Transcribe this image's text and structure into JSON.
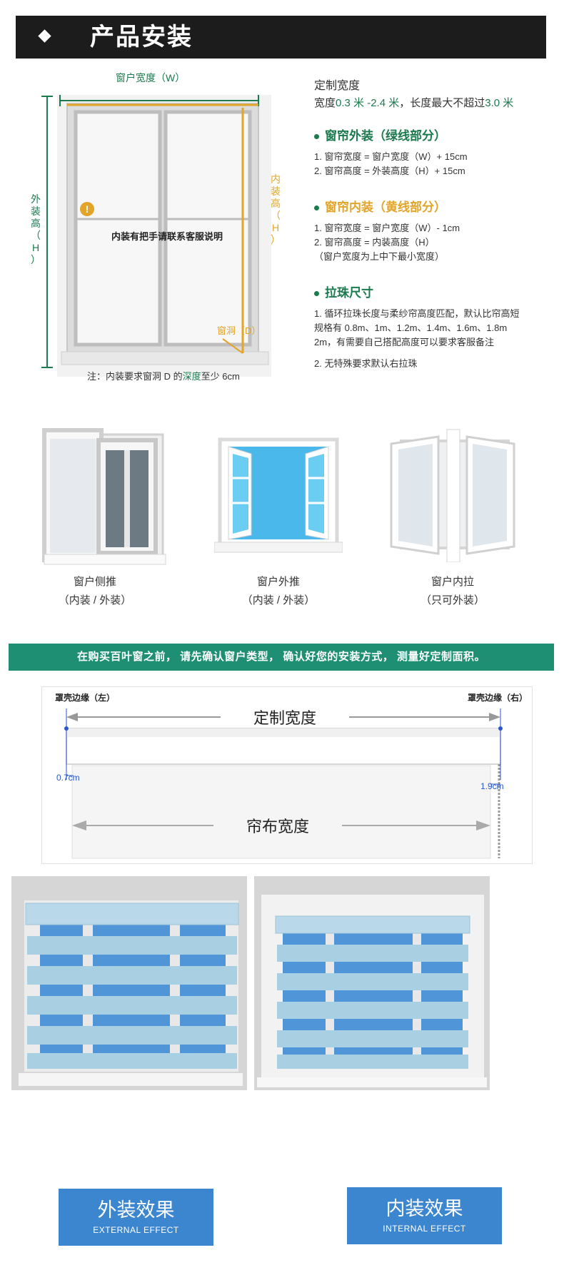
{
  "header": {
    "title": "产品安装"
  },
  "diagram": {
    "window_width_label": "窗户宽度（W）",
    "outer_height_label": [
      "外",
      "装",
      "高",
      "（",
      "H",
      "）"
    ],
    "inner_height_label": [
      "内",
      "装",
      "高",
      "（",
      "H",
      "）"
    ],
    "hole_label": "窗洞（D）",
    "warning": "内装有把手请联系客服说明",
    "note_prefix": "注：内装要求窗洞 D 的",
    "note_emph": "深度",
    "note_suffix": "至少 6cm"
  },
  "specs": {
    "custom_width_title": "定制宽度",
    "custom_width_prefix": "宽度",
    "custom_width_range": "0.3 米 -2.4 米",
    "custom_width_mid": "，长度最大不超过",
    "custom_width_max": "3.0 米",
    "outer": {
      "title": "窗帘外装（绿线部分）",
      "lines": [
        "1. 窗帘宽度 = 窗户宽度（W）+ 15cm",
        "2. 窗帘高度 = 外装高度（H）+ 15cm"
      ]
    },
    "inner": {
      "title": "窗帘内装（黄线部分）",
      "lines": [
        "1. 窗帘宽度 = 窗户宽度（W）- 1cm",
        "2. 窗帘高度 = 内装高度（H）",
        "（窗户宽度为上中下最小宽度）"
      ]
    },
    "bead": {
      "title": "拉珠尺寸",
      "lines": [
        "1. 循环拉珠长度与柔纱帘高度匹配，默认比帘高短",
        "规格有 0.8m、1m、1.2m、1.4m、1.6m、1.8m",
        "2m，有需要自己搭配高度可以要求客服备注",
        "2. 无特殊要求默认右拉珠"
      ]
    }
  },
  "window_types": [
    {
      "name": "窗户侧推",
      "note": "（内装 / 外装）"
    },
    {
      "name": "窗户外推",
      "note": "（内装 / 外装）"
    },
    {
      "name": "窗户内拉",
      "note": "（只可外装）"
    }
  ],
  "banner": {
    "text": "在购买百叶窗之前， 请先确认窗户类型， 确认好您的安装方式， 测量好定制面积。"
  },
  "width_diagram": {
    "left_edge": "罩壳边缘（左）",
    "right_edge": "罩壳边缘（右）",
    "custom_width": "定制宽度",
    "left_gap": "0.7cm",
    "right_gap": "1.9cm",
    "cloth_width": "帘布宽度"
  },
  "effects": [
    {
      "zh": "外装效果",
      "en": "EXTERNAL EFFECT"
    },
    {
      "zh": "内装效果",
      "en": "INTERNAL EFFECT"
    }
  ],
  "colors": {
    "header_bg": "#1c1c1c",
    "green": "#1b7a4e",
    "yellow": "#e2a52a",
    "banner": "#1e8f73",
    "label_blue": "#3c86cf",
    "blind_blue": "#a9cfe3"
  }
}
